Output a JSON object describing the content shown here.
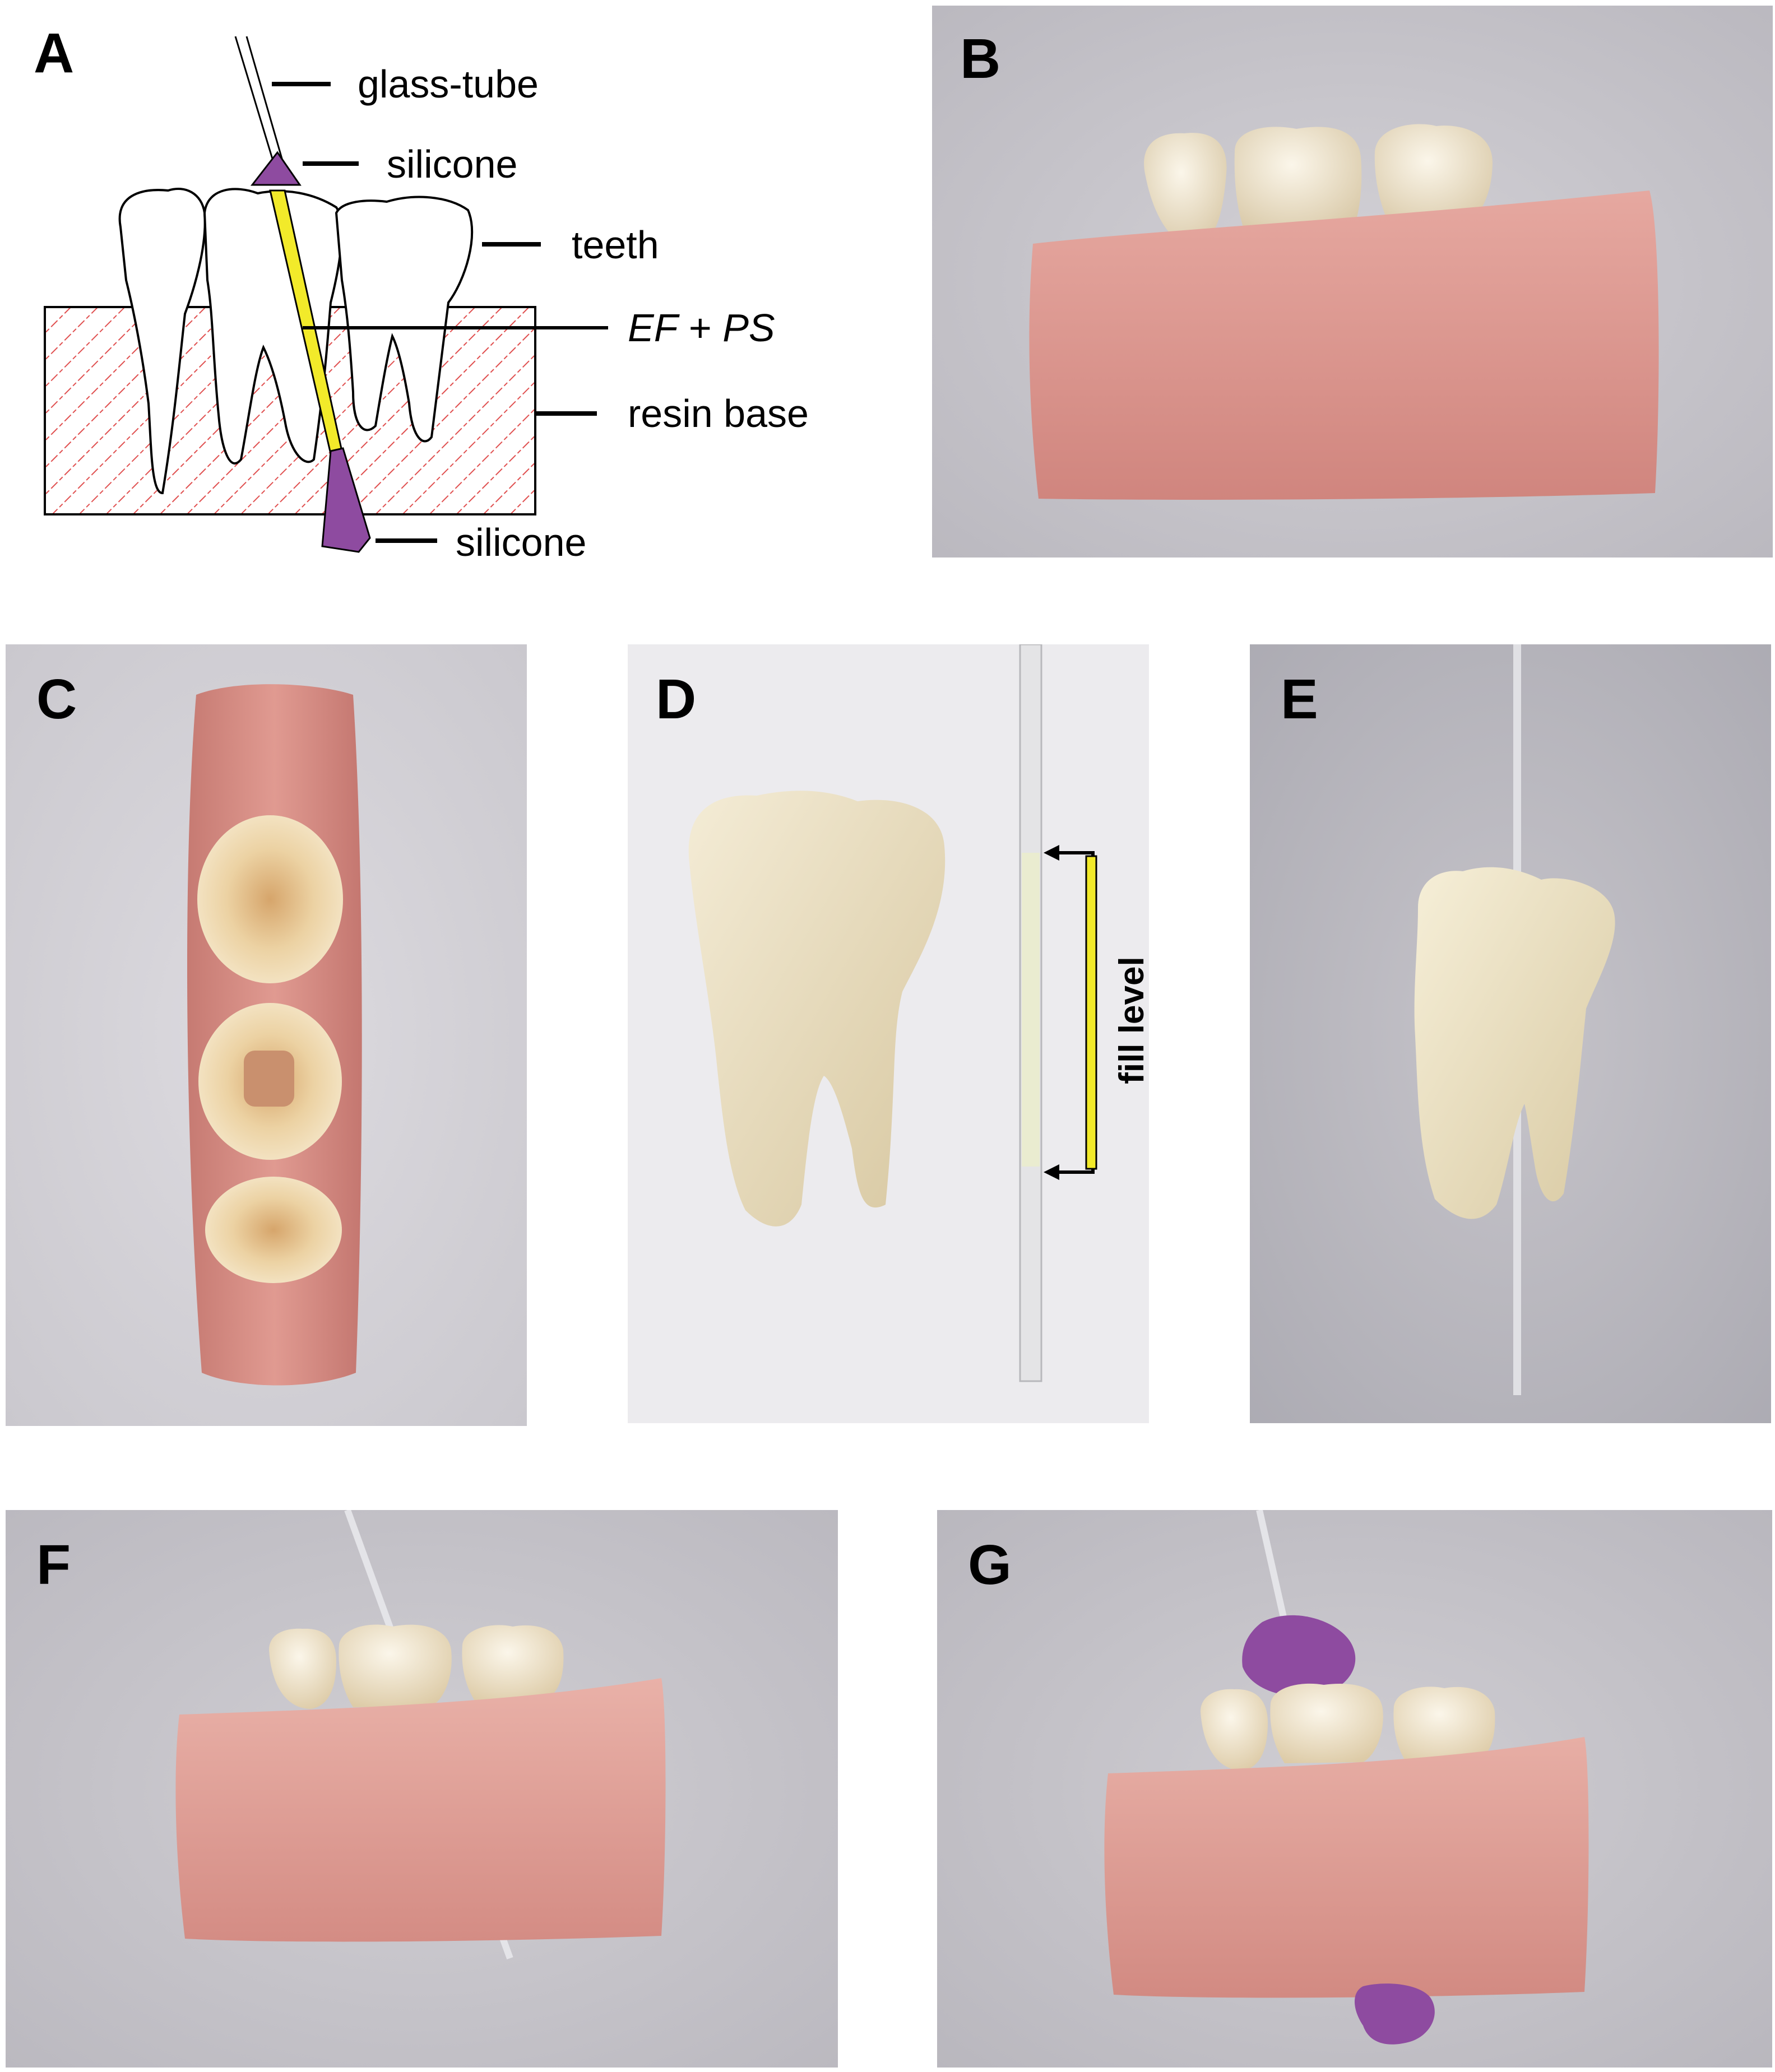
{
  "panels": {
    "a": {
      "letter": "A",
      "labels": {
        "glass_tube": "glass-tube",
        "silicone_top": "silicone",
        "teeth": "teeth",
        "ef": "EF",
        "plus": " + ",
        "ps": "PS",
        "resin_base": "resin base",
        "silicone_bottom": "silicone"
      }
    },
    "b": {
      "letter": "B"
    },
    "c": {
      "letter": "C"
    },
    "d": {
      "letter": "D",
      "fill_level_label": "fill level"
    },
    "e": {
      "letter": "E"
    },
    "f": {
      "letter": "F"
    },
    "g": {
      "letter": "G"
    }
  },
  "colors": {
    "silicone": "#8e4ba0",
    "endodontic_fill": "#f2ea2a",
    "resin_hatch": "#e05050",
    "resin_base_photo": "#dc958f",
    "photo_background": "#c8c6cc"
  }
}
